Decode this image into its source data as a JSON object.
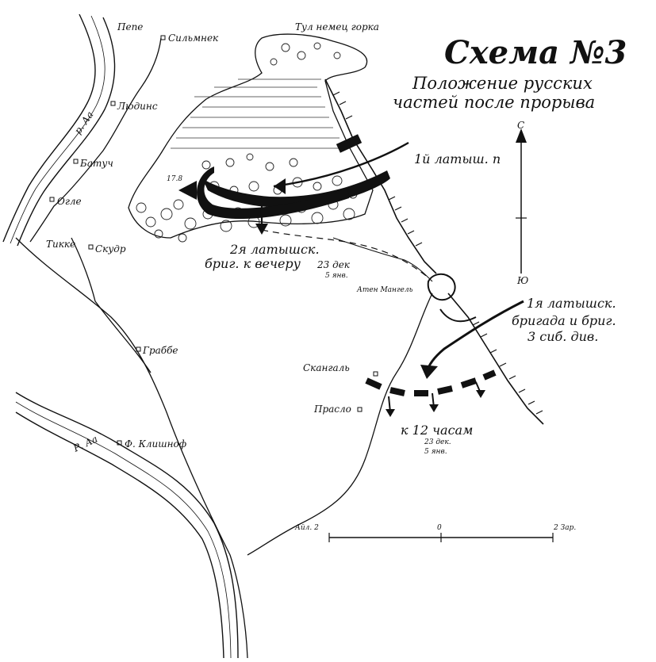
{
  "title": "Схема №3",
  "subtitle_line1": "Положение русских",
  "subtitle_line2": "частей после прорыва",
  "places": {
    "tul": "Тул немец горка",
    "pepe": "Пепе",
    "silmnek": "Сильмнек",
    "ludinc": "Людинс",
    "batuch": "Батуч",
    "ogle": "Огле",
    "tikke": "Тикке",
    "skudr": "Скудр",
    "graben": "Граббе",
    "skangal": "Скангаль",
    "praslo": "Прасло",
    "klyashof": "Ф. Клишноф",
    "aten_mangel": "Атен Мангель",
    "river_aa": "р. Аа",
    "river_ar": "Р. Аа"
  },
  "elevation": "17.8",
  "units": {
    "first_latvian_regiment": "1й латыш. п",
    "second_brigade_l1": "2я латышск.",
    "second_brigade_l2": "бриг. к вечеру",
    "second_brigade_date": "23 дек",
    "second_brigade_date2": "5 янв.",
    "first_brigade_l1": "1я латышск.",
    "first_brigade_l2": "бригада и бриг.",
    "first_brigade_l3": "3 сиб. див.",
    "noon_label": "к 12 часам",
    "noon_date": "23 дек.",
    "noon_date2": "5 янв."
  },
  "compass": {
    "north": "С",
    "south": "Ю"
  },
  "scale": {
    "left": "Айл. 2",
    "middle": "0",
    "right": "2 Зар."
  }
}
